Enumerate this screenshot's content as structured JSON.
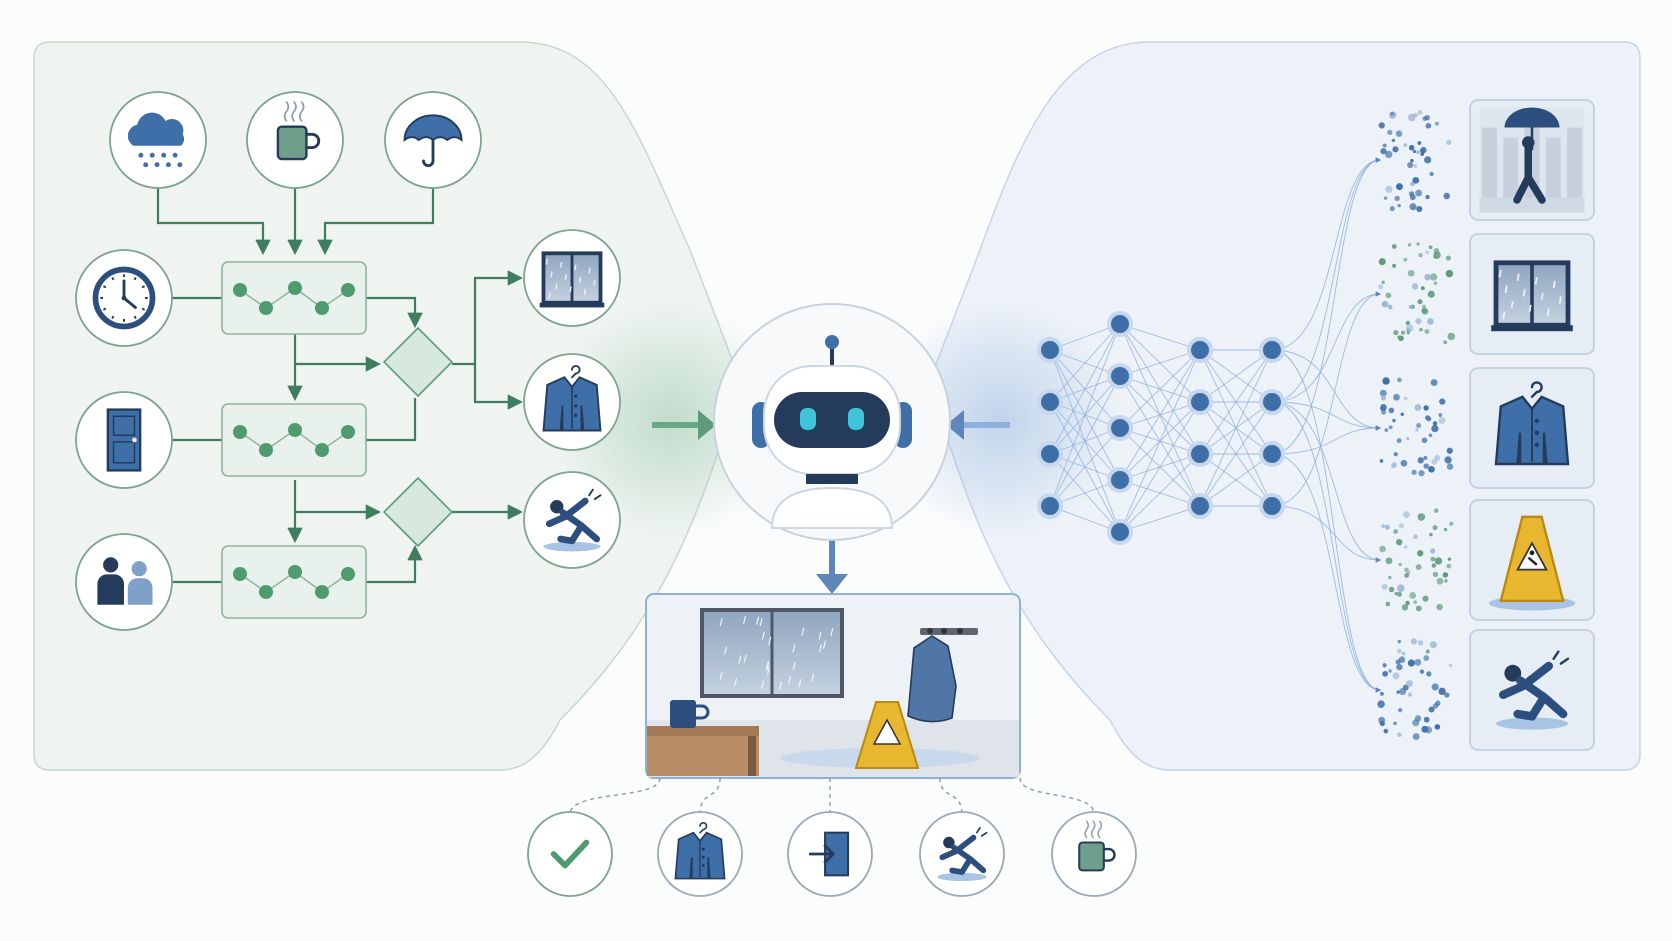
{
  "colors": {
    "green": "#3f7d5e",
    "green_light": "#6aa785",
    "blue": "#3f6fa8",
    "blue_dark": "#2d4f7f",
    "navy": "#243b5c",
    "teal": "#3fc3d6",
    "yellow": "#e9b630",
    "left_panel": "#eff4f1",
    "right_panel": "#edf2f8"
  },
  "symbolic_inputs": [
    {
      "icon": "rain-cloud-icon"
    },
    {
      "icon": "mug-icon"
    },
    {
      "icon": "umbrella-icon"
    }
  ],
  "symbolic_side_inputs": [
    {
      "icon": "clock-icon"
    },
    {
      "icon": "door-icon"
    },
    {
      "icon": "people-icon"
    }
  ],
  "symbolic_outputs": [
    {
      "icon": "rainy-window-icon"
    },
    {
      "icon": "coat-icon"
    },
    {
      "icon": "slipping-person-icon"
    }
  ],
  "neural_outputs": [
    {
      "icon": "person-with-umbrella-icon",
      "dot_color": "blue"
    },
    {
      "icon": "rainy-window-icon",
      "dot_color": "green"
    },
    {
      "icon": "coat-icon",
      "dot_color": "blue"
    },
    {
      "icon": "wet-floor-sign-icon",
      "dot_color": "green"
    },
    {
      "icon": "slipping-person-icon",
      "dot_color": "blue"
    }
  ],
  "network_layers": [
    4,
    5,
    4,
    4
  ],
  "center_icon": "robot-icon",
  "scene_icon": "indoor-rain-scene-icon",
  "conclusions": [
    {
      "icon": "check-icon"
    },
    {
      "icon": "coat-icon"
    },
    {
      "icon": "door-exit-icon"
    },
    {
      "icon": "slipping-person-icon"
    },
    {
      "icon": "mug-icon"
    }
  ]
}
